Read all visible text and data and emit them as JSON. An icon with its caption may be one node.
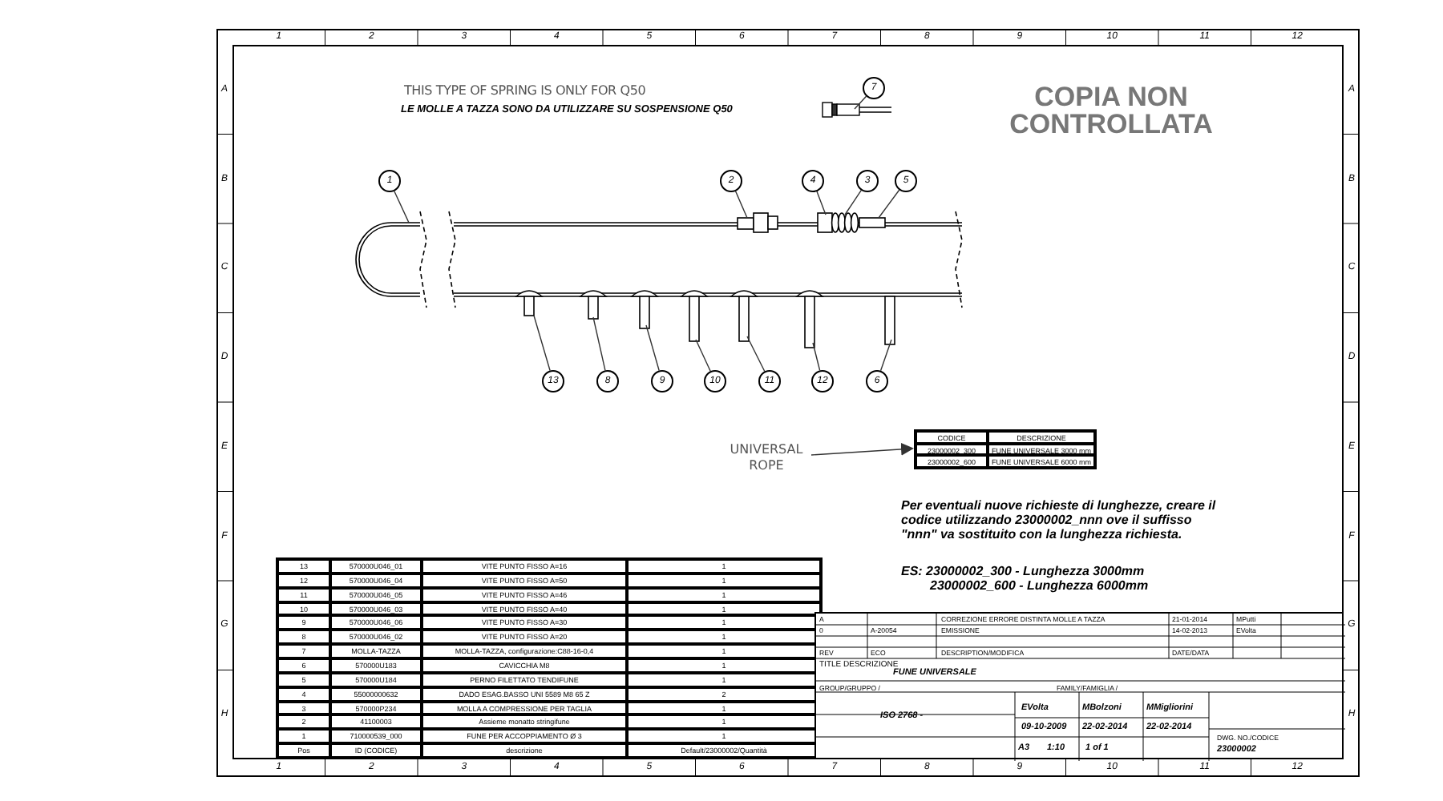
{
  "diagram": {
    "nodes": [
      {
        "text": [
          "7"
        ]
      },
      {
        "text": [
          "1"
        ]
      },
      {
        "text": [
          "2"
        ]
      },
      {
        "text": [
          "4"
        ]
      },
      {
        "text": [
          "3"
        ]
      },
      {
        "text": [
          "5"
        ]
      },
      {
        "text": [
          "13"
        ]
      },
      {
        "text": [
          "8"
        ]
      },
      {
        "text": [
          "9"
        ]
      },
      {
        "text": [
          "10"
        ]
      },
      {
        "text": [
          "11"
        ]
      },
      {
        "text": [
          "12"
        ]
      },
      {
        "text": [
          "6"
        ]
      },
      {
        "text": [
          "UNIVERSAL ROPE"
        ]
      },
      {
        "text": [
          "CODICE",
          "DESCRIZIONE",
          "23000002_300",
          "FUNE UNIVERSALE 3000 mm",
          "23000002_600",
          "FUNE UNIVERSALE 6000 mm"
        ]
      }
    ],
    "edges": [
      {
        "from": 0,
        "to": null,
        "arrow": "none"
      },
      {
        "from": 1,
        "to": null,
        "arrow": "none"
      },
      {
        "from": 2,
        "to": null,
        "arrow": "none"
      },
      {
        "from": 3,
        "to": null,
        "arrow": "none"
      },
      {
        "from": 4,
        "to": null,
        "arrow": "none"
      },
      {
        "from": 5,
        "to": null,
        "arrow": "none"
      },
      {
        "from": 6,
        "to": null,
        "arrow": "none"
      },
      {
        "from": 7,
        "to": null,
        "arrow": "none"
      },
      {
        "from": 8,
        "to": null,
        "arrow": "none"
      },
      {
        "from": 9,
        "to": null,
        "arrow": "none"
      },
      {
        "from": 10,
        "to": null,
        "arrow": "none"
      },
      {
        "from": 11,
        "to": null,
        "arrow": "none"
      },
      {
        "from": 12,
        "to": null,
        "arrow": "none"
      },
      {
        "from": 13,
        "to": 14,
        "arrow": "to"
      }
    ],
    "labels": [
      "1",
      "2",
      "3",
      "4",
      "5",
      "6",
      "7",
      "8",
      "9",
      "10",
      "11",
      "12",
      "A",
      "B",
      "C",
      "D",
      "E",
      "F",
      "G",
      "H",
      "A",
      "B",
      "C",
      "D",
      "E",
      "F",
      "G",
      "H",
      "THIS TYPE OF SPRING IS ONLY FOR Q50",
      "LE MOLLE A TAZZA SONO DA UTILIZZARE SU SOSPENSIONE Q50",
      "COPIA NON CONTROLLATA",
      "Per eventuali nuove richieste di lunghezze, creare il codice utilizzando 23000002_nnn ove il suffisso \"nnn\" va sostituito con la lunghezza richiesta.",
      "ES: 23000002_300 - Lunghezza 3000mm",
      "23000002_600 - Lunghezza 6000mm",
      "13",
      "570000U046_01",
      "VITE PUNTO FISSO A=16",
      "1",
      "12",
      "570000U046_04",
      "VITE PUNTO FISSO A=50",
      "1",
      "11",
      "570000U046_05",
      "VITE PUNTO FISSO A=46",
      "1",
      "10",
      "570000U046_03",
      "VITE PUNTO FISSO A=40",
      "1",
      "9",
      "570000U046_06",
      "VITE PUNTO FISSO A=30",
      "1",
      "8",
      "570000U046_02",
      "VITE PUNTO FISSO A=20",
      "1",
      "7",
      "MOLLA-TAZZA",
      "MOLLA-TAZZA, configurazione:C88-16-0,4",
      "1",
      "6",
      "570000U183",
      "CAVICCHIA M8",
      "1",
      "5",
      "570000U184",
      "PERNO FILETTATO TENDIFUNE",
      "1",
      "4",
      "55000000632",
      "DADO ESAG.BASSO UNI 5589 M8 65 Z",
      "2",
      "3",
      "570000P234",
      "MOLLA A COMPRESSIONE PER TAGLIA",
      "1",
      "2",
      "41100003",
      "Assieme monatto stringifune",
      "1",
      "1",
      "710000539_000",
      "FUNE PER ACCOPPIAMENTO Ø 3",
      "1",
      "Pos",
      "ID (CODICE)",
      "descrizione",
      "Default/23000002/Quantità",
      "A",
      "CORREZIONE ERRORE DISTINTA MOLLE A TAZZA",
      "21-01-2014",
      "MPutti",
      "0",
      "A-20054",
      "EMISSIONE",
      "14-02-2013",
      "EVolta",
      "REV",
      "ECO",
      "DESCRIPTION/MODIFICA",
      "DATE/DATA",
      "TITLE DESCRIZIONE",
      "FUNE UNIVERSALE",
      "GROUP/GRUPPO /",
      "FAMILY/FAMIGLIA /",
      "ISO 2768 -",
      "EVolta",
      "MBolzoni",
      "MMigliorini",
      "09-10-2009",
      "22-02-2014",
      "22-02-2014",
      "A3",
      "1:10",
      "1 of 1",
      "DWG. NO./CODICE",
      "23000002",
      "1",
      "2",
      "3",
      "4",
      "5",
      "6",
      "7",
      "8",
      "9",
      "10",
      "11",
      "12"
    ]
  }
}
